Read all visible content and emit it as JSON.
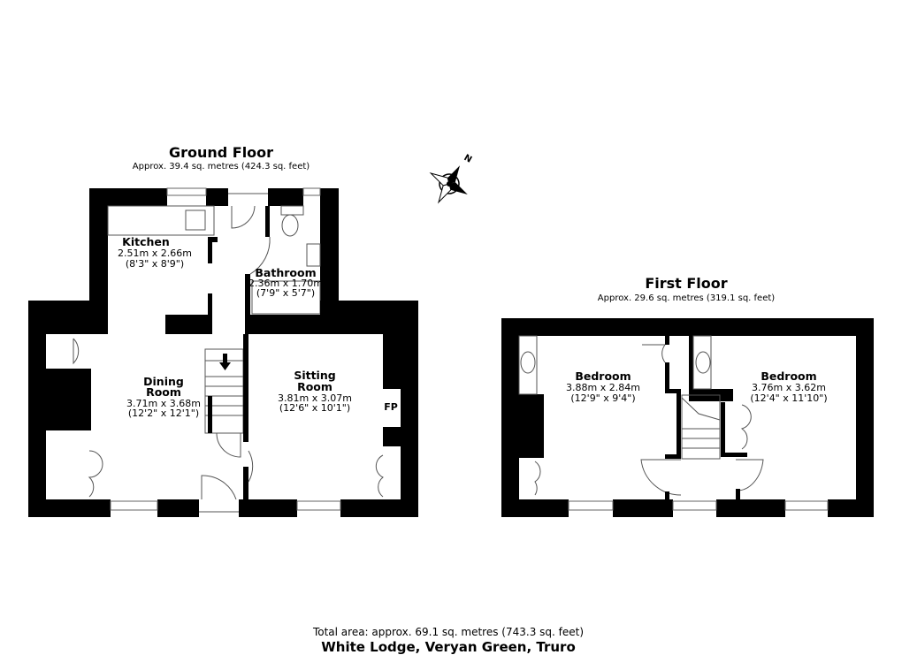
{
  "ground_floor": {
    "title": "Ground Floor",
    "area": "Approx. 39.4 sq. metres (424.3 sq. feet)",
    "rooms": [
      {
        "name": "Kitchen",
        "metric": "2.51m x 2.66m",
        "imperial": "(8'3\" x 8'9\")"
      },
      {
        "name": "Bathroom",
        "metric": "2.36m x 1.70m",
        "imperial": "(7'9\" x 5'7\")"
      },
      {
        "name_line1": "Dining",
        "name_line2": "Room",
        "metric": "3.71m x 3.68m",
        "imperial": "(12'2\" x 12'1\")"
      },
      {
        "name_line1": "Sitting",
        "name_line2": "Room",
        "metric": "3.81m x 3.07m",
        "imperial": "(12'6\" x 10'1\")"
      }
    ],
    "fireplace_label": "FP"
  },
  "first_floor": {
    "title": "First Floor",
    "area": "Approx. 29.6 sq. metres (319.1 sq. feet)",
    "rooms": [
      {
        "name": "Bedroom",
        "metric": "3.88m x 2.84m",
        "imperial": "(12'9\" x 9'4\")"
      },
      {
        "name": "Bedroom",
        "metric": "3.76m x 3.62m",
        "imperial": "(12'4\" x 11'10\")"
      }
    ]
  },
  "compass": {
    "label": "N",
    "icon": "compass-icon"
  },
  "footer": {
    "total_area": "Total area: approx. 69.1 sq. metres (743.3 sq. feet)",
    "property": "White Lodge, Veryan Green, Truro"
  }
}
